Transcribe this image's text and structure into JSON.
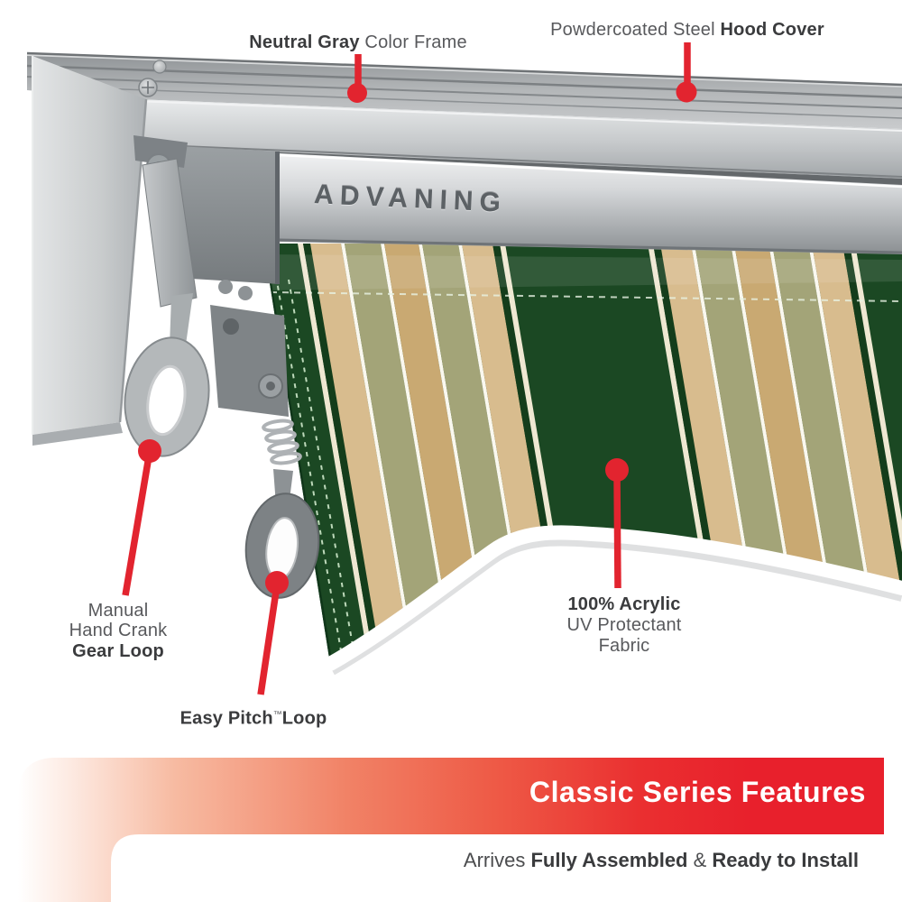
{
  "product": {
    "logo_text": "ADVANING"
  },
  "callouts": {
    "neutral_gray": {
      "bold": "Neutral Gray",
      "regular": " Color Frame"
    },
    "hood_cover": {
      "regular": "Powdercoated Steel ",
      "bold": "Hood Cover"
    },
    "gear_loop": {
      "line1": "Manual",
      "line2": "Hand Crank",
      "line3": "Gear Loop"
    },
    "easy_pitch": {
      "bold_start": "Easy Pitch",
      "trademark": "™",
      "bold_end": "Loop"
    },
    "fabric": {
      "line1": "100% Acrylic",
      "line2": "UV Protectant",
      "line3": "Fabric"
    }
  },
  "banner": {
    "title": "Classic Series Features",
    "subtitle_regular1": "Arrives ",
    "subtitle_bold1": "Fully Assembled",
    "subtitle_regular2": " & ",
    "subtitle_bold2": "Ready to Install"
  },
  "colors": {
    "accent_red": "#E8202C",
    "callout_pin_red": "#E2242F",
    "frame_gray": "#C7CACC",
    "fabric_dark_green": "#1B4823",
    "fabric_tan": "#D8BC8E",
    "fabric_gold": "#C9A972",
    "fabric_sage": "#A3A478",
    "fabric_cream": "#EFE8D2",
    "label_text": "#58595C",
    "label_text_bold": "#3A3B3D"
  }
}
